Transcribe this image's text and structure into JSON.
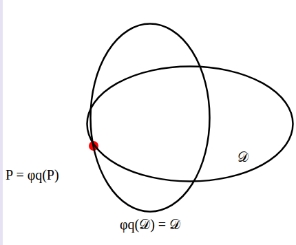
{
  "diagram": {
    "nodes": [
      {
        "text": [
          "𝒟"
        ]
      },
      {
        "text": [
          "φq(𝒟) = 𝒟"
        ]
      }
    ],
    "labels": [
      "P = φq(P)"
    ]
  }
}
